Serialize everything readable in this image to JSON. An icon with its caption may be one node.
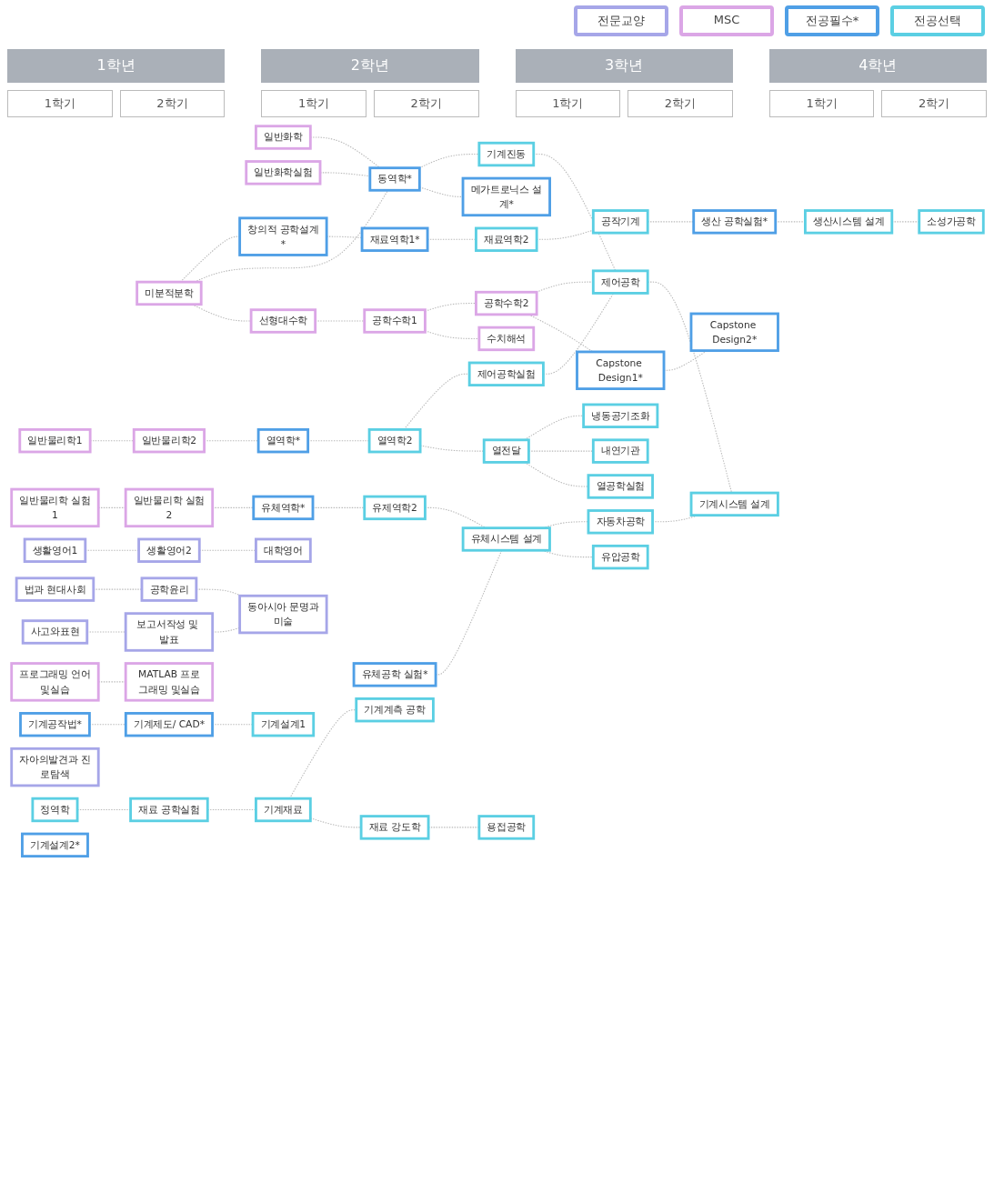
{
  "diagram": {
    "nodes": [
      {
        "text": [
          "사고와표현"
        ]
      },
      {
        "text": [
          "생활영어1"
        ]
      },
      {
        "text": [
          "법과 현대사회"
        ]
      },
      {
        "text": [
          "미분적분학"
        ]
      },
      {
        "text": [
          "프로그래밍 언어및실습"
        ]
      },
      {
        "text": [
          "일반물리학1"
        ]
      },
      {
        "text": [
          "일반물리학 실험1"
        ]
      },
      {
        "text": [
          "일반화학"
        ]
      },
      {
        "text": [
          "일반화학실험"
        ]
      },
      {
        "text": [
          "기계공작법*"
        ]
      },
      {
        "text": [
          "자아의발견과 진로탐색"
        ]
      },
      {
        "text": [
          "보고서작성 및 발표"
        ]
      },
      {
        "text": [
          "생활영어2"
        ]
      },
      {
        "text": [
          "공학윤리"
        ]
      },
      {
        "text": [
          "선형대수학"
        ]
      },
      {
        "text": [
          "일반물리학2"
        ]
      },
      {
        "text": [
          "일반물리학 실험2"
        ]
      },
      {
        "text": [
          "창의적 공학설계*"
        ]
      },
      {
        "text": [
          "정역학"
        ]
      },
      {
        "text": [
          "대학영어"
        ]
      },
      {
        "text": [
          "공학수학1"
        ]
      },
      {
        "text": [
          "MATLAB 프로그래밍 및실습"
        ]
      },
      {
        "text": [
          "열역학*"
        ]
      },
      {
        "text": [
          "유체역학*"
        ]
      },
      {
        "text": [
          "동역학*"
        ]
      },
      {
        "text": [
          "재료역학1*"
        ]
      },
      {
        "text": [
          "재료 공학실험"
        ]
      },
      {
        "text": [
          "동아시아 문명과미술"
        ]
      },
      {
        "text": [
          "수치해석"
        ]
      },
      {
        "text": [
          "공학수학2"
        ]
      },
      {
        "text": [
          "열역학2"
        ]
      },
      {
        "text": [
          "유제역학2"
        ]
      },
      {
        "text": [
          "유체공학 실험*"
        ]
      },
      {
        "text": [
          "재료역학2"
        ]
      },
      {
        "text": [
          "기계제도/ CAD*"
        ]
      },
      {
        "text": [
          "열전달"
        ]
      },
      {
        "text": [
          "유체시스템 설계"
        ]
      },
      {
        "text": [
          "메가트로닉스 설계*"
        ]
      },
      {
        "text": [
          "공작기계"
        ]
      },
      {
        "text": [
          "기계설계1"
        ]
      },
      {
        "text": [
          "기계재료"
        ]
      },
      {
        "text": [
          "기계진동"
        ]
      },
      {
        "text": [
          "제어공학실험"
        ]
      },
      {
        "text": [
          "열공학실험"
        ]
      },
      {
        "text": [
          "내연기관"
        ]
      },
      {
        "text": [
          "냉동공기조화"
        ]
      },
      {
        "text": [
          "유압공학"
        ]
      },
      {
        "text": [
          "기계설계2*"
        ]
      },
      {
        "text": [
          "생산 공학실험*"
        ]
      },
      {
        "text": [
          "기계계측 공학"
        ]
      },
      {
        "text": [
          "제어공학"
        ]
      },
      {
        "text": [
          "Capstone Design1*"
        ]
      },
      {
        "text": [
          "자동차공학"
        ]
      },
      {
        "text": [
          "생산시스템 설계"
        ]
      },
      {
        "text": [
          "재료 강도학"
        ]
      },
      {
        "text": [
          "기계시스템 설계"
        ]
      },
      {
        "text": [
          "Capstone Design2*"
        ]
      },
      {
        "text": [
          "소성가공학"
        ]
      },
      {
        "text": [
          "용접공학"
        ]
      }
    ],
    "edges": [
      {
        "from": 0,
        "to": 11,
        "arrow": "none",
        "style": "dashed"
      },
      {
        "from": 11,
        "to": 27,
        "arrow": "none",
        "style": "dashed"
      },
      {
        "from": 1,
        "to": 12,
        "arrow": "none",
        "style": "dashed"
      },
      {
        "from": 12,
        "to": 19,
        "arrow": "none",
        "style": "dashed"
      },
      {
        "from": 2,
        "to": 13,
        "arrow": "none",
        "style": "dashed"
      },
      {
        "from": 13,
        "to": 27,
        "arrow": "none",
        "style": "dashed"
      },
      {
        "from": 3,
        "to": 14,
        "arrow": "none",
        "style": "dashed"
      },
      {
        "from": 14,
        "to": 20,
        "arrow": "none",
        "style": "dashed"
      },
      {
        "from": 20,
        "to": 28,
        "arrow": "none",
        "style": "dashed"
      },
      {
        "from": 20,
        "to": 29,
        "arrow": "none",
        "style": "dashed"
      },
      {
        "from": 29,
        "to": 51,
        "arrow": "none",
        "style": "dashed"
      },
      {
        "from": 51,
        "to": 56,
        "arrow": "none",
        "style": "dashed"
      },
      {
        "from": 4,
        "to": 21,
        "arrow": "none",
        "style": "dashed"
      },
      {
        "from": 5,
        "to": 15,
        "arrow": "none",
        "style": "dashed"
      },
      {
        "from": 6,
        "to": 16,
        "arrow": "none",
        "style": "dashed"
      },
      {
        "from": 15,
        "to": 22,
        "arrow": "none",
        "style": "dashed"
      },
      {
        "from": 16,
        "to": 23,
        "arrow": "none",
        "style": "dashed"
      },
      {
        "from": 3,
        "to": 24,
        "arrow": "none",
        "style": "dashed"
      },
      {
        "from": 7,
        "to": 24,
        "arrow": "none",
        "style": "dashed"
      },
      {
        "from": 8,
        "to": 24,
        "arrow": "none",
        "style": "dashed"
      },
      {
        "from": 3,
        "to": 17,
        "arrow": "none",
        "style": "dashed"
      },
      {
        "from": 17,
        "to": 25,
        "arrow": "none",
        "style": "dashed"
      },
      {
        "from": 9,
        "to": 34,
        "arrow": "none",
        "style": "dashed"
      },
      {
        "from": 18,
        "to": 26,
        "arrow": "none",
        "style": "dashed"
      },
      {
        "from": 22,
        "to": 30,
        "arrow": "none",
        "style": "dashed"
      },
      {
        "from": 23,
        "to": 31,
        "arrow": "none",
        "style": "dashed"
      },
      {
        "from": 25,
        "to": 33,
        "arrow": "none",
        "style": "dashed"
      },
      {
        "from": 24,
        "to": 37,
        "arrow": "none",
        "style": "dashed"
      },
      {
        "from": 24,
        "to": 41,
        "arrow": "none",
        "style": "dashed"
      },
      {
        "from": 26,
        "to": 40,
        "arrow": "none",
        "style": "dashed"
      },
      {
        "from": 30,
        "to": 35,
        "arrow": "none",
        "style": "dashed"
      },
      {
        "from": 30,
        "to": 42,
        "arrow": "none",
        "style": "dashed"
      },
      {
        "from": 31,
        "to": 36,
        "arrow": "none",
        "style": "dashed"
      },
      {
        "from": 32,
        "to": 36,
        "arrow": "none",
        "style": "dashed"
      },
      {
        "from": 33,
        "to": 38,
        "arrow": "none",
        "style": "dashed"
      },
      {
        "from": 34,
        "to": 39,
        "arrow": "none",
        "style": "dashed"
      },
      {
        "from": 35,
        "to": 43,
        "arrow": "none",
        "style": "dashed"
      },
      {
        "from": 35,
        "to": 44,
        "arrow": "none",
        "style": "dashed"
      },
      {
        "from": 35,
        "to": 45,
        "arrow": "none",
        "style": "dashed"
      },
      {
        "from": 36,
        "to": 46,
        "arrow": "none",
        "style": "dashed"
      },
      {
        "from": 36,
        "to": 52,
        "arrow": "none",
        "style": "dashed"
      },
      {
        "from": 38,
        "to": 48,
        "arrow": "none",
        "style": "dashed"
      },
      {
        "from": 48,
        "to": 53,
        "arrow": "none",
        "style": "dashed"
      },
      {
        "from": 53,
        "to": 57,
        "arrow": "none",
        "style": "dashed"
      },
      {
        "from": 40,
        "to": 54,
        "arrow": "none",
        "style": "dashed"
      },
      {
        "from": 54,
        "to": 58,
        "arrow": "none",
        "style": "dashed"
      },
      {
        "from": 40,
        "to": 49,
        "arrow": "none",
        "style": "dashed"
      },
      {
        "from": 41,
        "to": 50,
        "arrow": "none",
        "style": "dashed"
      },
      {
        "from": 42,
        "to": 50,
        "arrow": "none",
        "style": "dashed"
      },
      {
        "from": 29,
        "to": 50,
        "arrow": "none",
        "style": "dashed"
      },
      {
        "from": 50,
        "to": 55,
        "arrow": "none",
        "style": "dashed"
      },
      {
        "from": 52,
        "to": 55,
        "arrow": "none",
        "style": "dashed"
      }
    ],
    "labels": [
      "1학년",
      "2학년",
      "3학년",
      "4학년",
      "1학기",
      "2학기",
      "1학기",
      "2학기",
      "1학기",
      "2학기",
      "1학기",
      "2학기"
    ],
    "legend": [
      {
        "text": "전문교양",
        "color": "#a6a6e8"
      },
      {
        "text": "MSC",
        "color": "#dba6e6"
      },
      {
        "text": "전공필수*",
        "color": "#4f9fe6"
      },
      {
        "text": "전공선택",
        "color": "#5bcfe3"
      }
    ]
  }
}
